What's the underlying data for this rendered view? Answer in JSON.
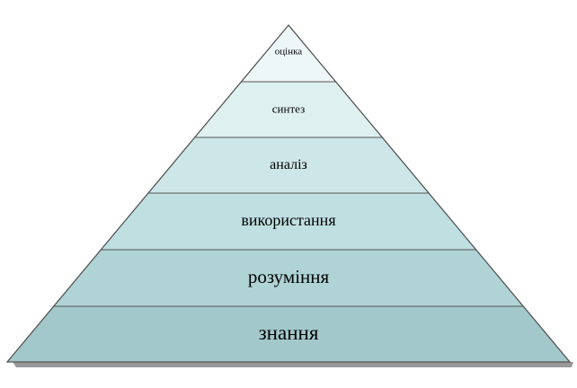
{
  "pyramid": {
    "levels": [
      {
        "label": "оцінка",
        "color": "#eef7f7"
      },
      {
        "label": "синтез",
        "color": "#dff0f1"
      },
      {
        "label": "аналіз",
        "color": "#cde6e8"
      },
      {
        "label": "використання",
        "color": "#bfdfe1"
      },
      {
        "label": "розуміння",
        "color": "#b0d4d6"
      },
      {
        "label": "знання",
        "color": "#a3c8cb"
      }
    ],
    "outline_color": "#555555",
    "shadow_color": "#999999"
  }
}
